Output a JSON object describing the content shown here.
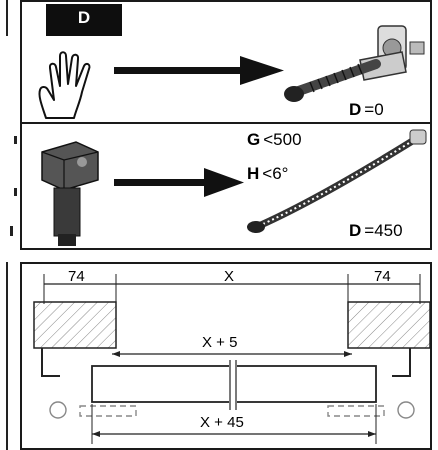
{
  "top_panel": {
    "badge": "D",
    "row1": {
      "d_letter": "D",
      "d_value": "=0"
    },
    "row2": {
      "g_letter": "G",
      "g_value": "<500",
      "h_letter": "H",
      "h_value": "<6°",
      "d_letter": "D",
      "d_value": "=450"
    }
  },
  "bottom_panel": {
    "dim_left": "74",
    "dim_center": "X",
    "dim_right": "74",
    "dim_inner": "X + 5",
    "dim_outer": "X + 45"
  },
  "colors": {
    "line": "#1a1a1a",
    "fill_dark": "#0e0e0e",
    "hatch": "#888888"
  },
  "icons": [
    "hand-icon",
    "arrow-right-icon",
    "bolt-mechanism-icon",
    "motor-icon",
    "flexible-shaft-icon",
    "wall-bracket-icon",
    "roller-tube-icon"
  ]
}
